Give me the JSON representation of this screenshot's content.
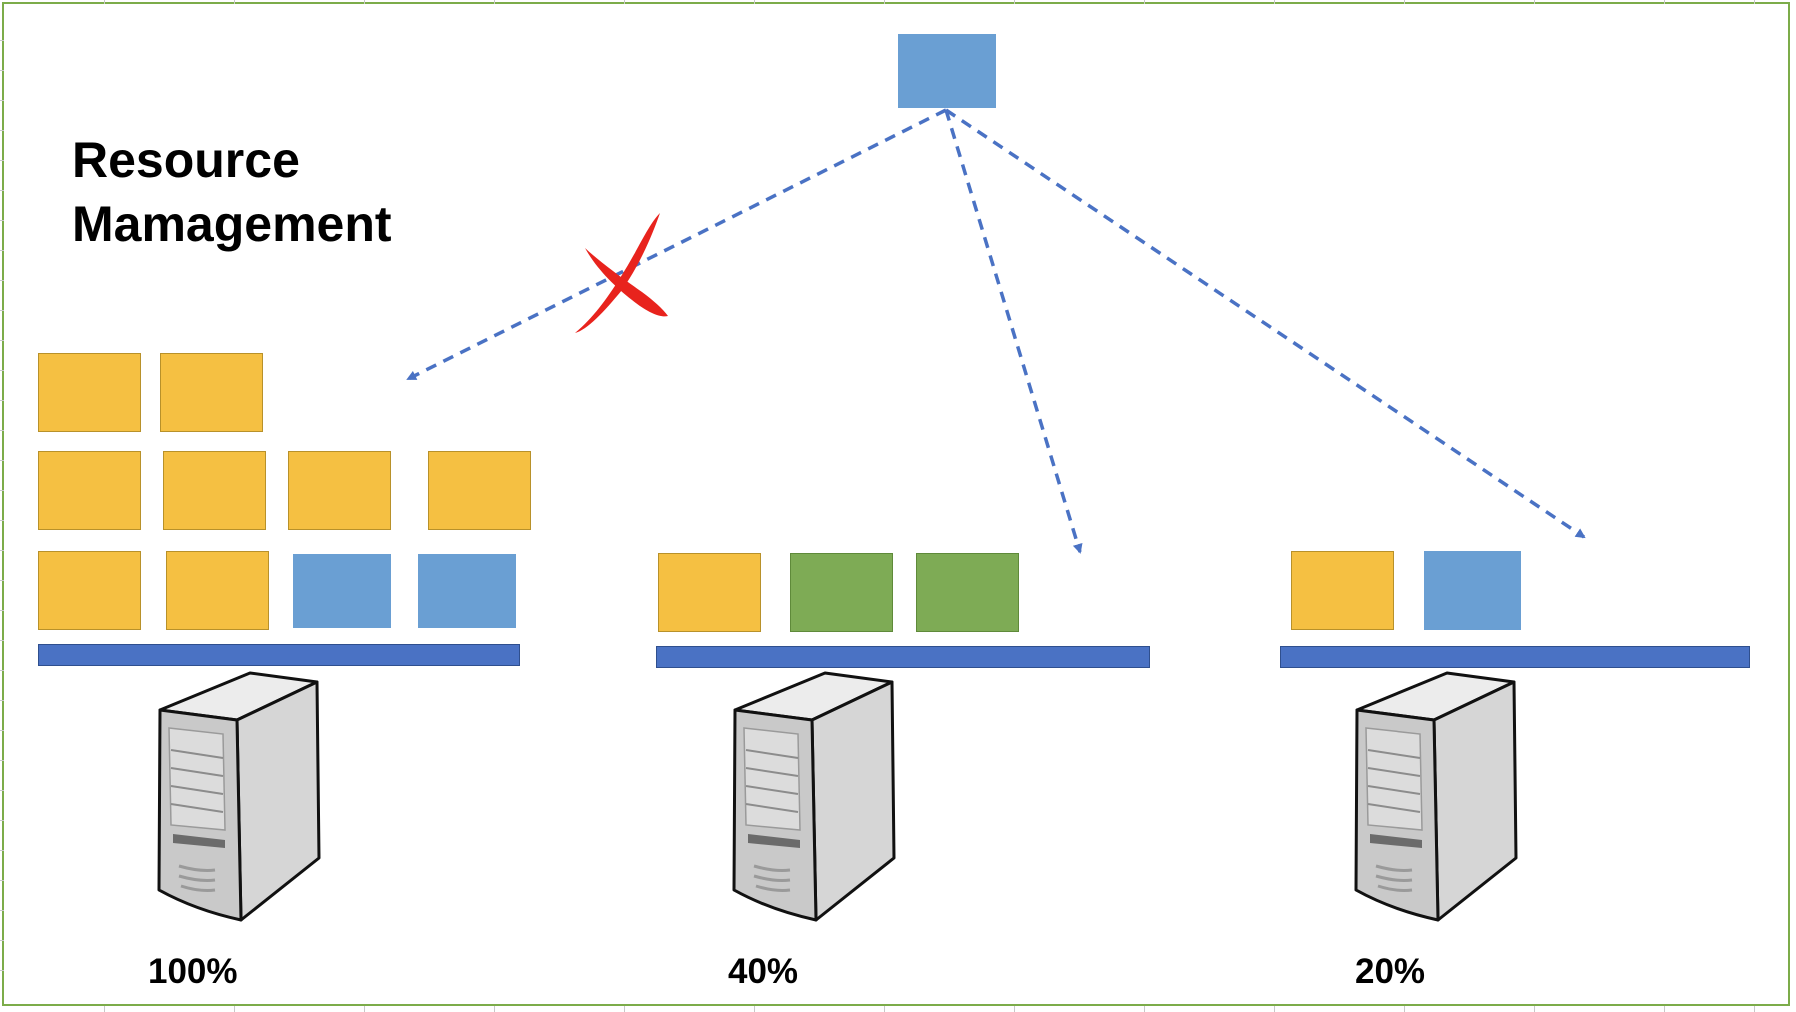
{
  "title": "Resource\nMamagement",
  "colors": {
    "task_yellow": "#f5c042",
    "task_blue": "#6a9fd3",
    "task_green": "#7eab55",
    "shelf": "#4a72c4",
    "arrow": "#4a72c4",
    "reject_mark": "#e8231d",
    "frame": "#7cac4a"
  },
  "incoming_task": {
    "color": "blue"
  },
  "reject_mark_icon": "red-x-icon",
  "servers": [
    {
      "utilization_label": "100%",
      "tasks": [
        "yellow",
        "yellow",
        "yellow",
        "yellow",
        "yellow",
        "yellow",
        "yellow",
        "yellow",
        "blue",
        "blue"
      ],
      "accepts_task": false,
      "icon": "server-tower-icon"
    },
    {
      "utilization_label": "40%",
      "tasks": [
        "yellow",
        "green",
        "green"
      ],
      "accepts_task": true,
      "icon": "server-tower-icon"
    },
    {
      "utilization_label": "20%",
      "tasks": [
        "yellow",
        "blue"
      ],
      "accepts_task": true,
      "icon": "server-tower-icon"
    }
  ]
}
